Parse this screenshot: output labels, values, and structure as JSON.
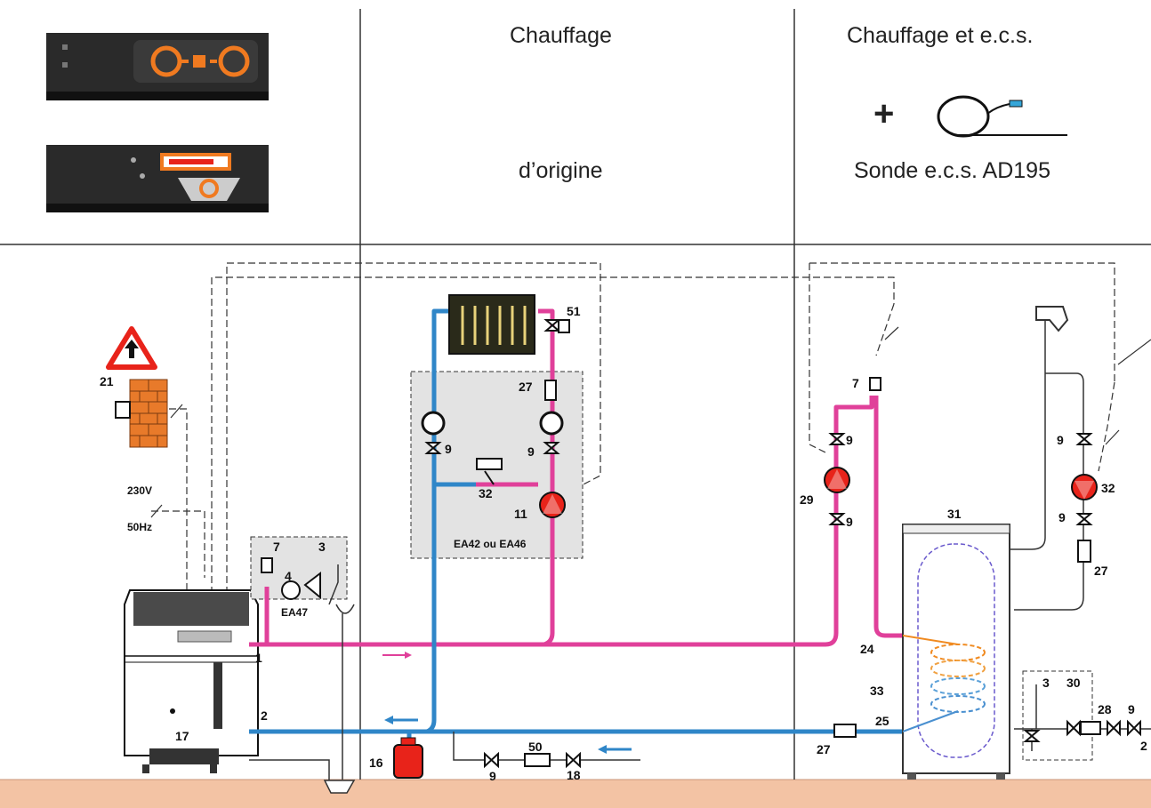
{
  "columns": {
    "col2_title": "Chauffage",
    "col2_subtitle": "d’origine",
    "col3_title": "Chauffage et e.c.s.",
    "col3_plus": "+",
    "col3_caption": "Sonde e.c.s. AD195"
  },
  "labels": {
    "l_21": "21",
    "l_230v": "230V",
    "l_50hz": "50Hz",
    "l_7a": "7",
    "l_4": "4",
    "l_3a": "3",
    "l_ea47": "EA47",
    "l_1": "1",
    "l_2": "2",
    "l_17": "17",
    "l_51": "51",
    "l_27a": "27",
    "l_9a": "9",
    "l_9b": "9",
    "l_32a": "32",
    "l_11": "11",
    "l_ea": "EA42 ou EA46",
    "l_16": "16",
    "l_9c": "9",
    "l_50": "50",
    "l_18": "18",
    "l_7b": "7",
    "l_9d": "9",
    "l_29a": "29",
    "l_9e": "9",
    "l_31": "31",
    "l_24": "24",
    "l_33": "33",
    "l_25": "25",
    "l_27b": "27",
    "l_9f": "9",
    "l_32b": "32",
    "l_9g": "9",
    "l_27c": "27",
    "l_3b": "3",
    "l_30": "30",
    "l_28": "28",
    "l_9h": "9",
    "l_2b": "2"
  },
  "colors": {
    "hot_pipe": "#e0409a",
    "cold_pipe": "#2f86c8",
    "pump_red": "#e8231a",
    "floor": "#f3c3a4",
    "warning_red": "#e8231a",
    "brick": "#e87a2a"
  },
  "icons": {
    "boiler_panel_a": "boiler-control-panel-icon",
    "boiler_panel_b": "boiler-control-panel-icon",
    "sensor": "dhw-sensor-icon",
    "warning": "warning-triangle-icon",
    "radiator": "radiator-icon",
    "pump": "circulator-pump-icon",
    "tank": "hot-water-tank-icon"
  }
}
